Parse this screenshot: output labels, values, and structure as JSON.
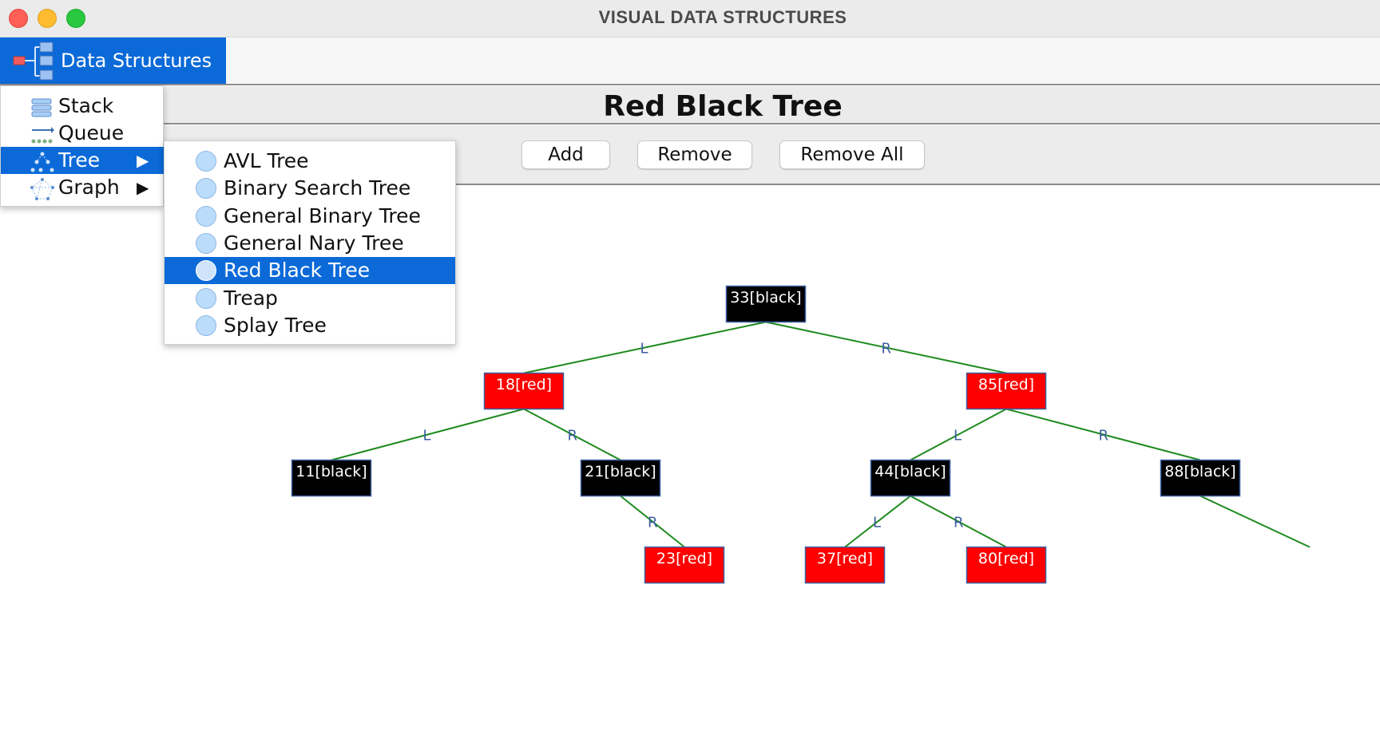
{
  "window": {
    "title": "VISUAL DATA STRUCTURES"
  },
  "menubar": {
    "data_structures_label": "Data Structures"
  },
  "main_menu": {
    "items": [
      {
        "label": "Stack",
        "icon": "stack-icon",
        "submenu": false,
        "selected": false
      },
      {
        "label": "Queue",
        "icon": "queue-icon",
        "submenu": false,
        "selected": false
      },
      {
        "label": "Tree",
        "icon": "tree-icon",
        "submenu": true,
        "selected": true
      },
      {
        "label": "Graph",
        "icon": "graph-icon",
        "submenu": true,
        "selected": false
      }
    ],
    "submenu_arrow": "▶"
  },
  "tree_submenu": {
    "items": [
      {
        "label": "AVL Tree",
        "selected": false
      },
      {
        "label": "Binary Search Tree",
        "selected": false
      },
      {
        "label": "General Binary Tree",
        "selected": false
      },
      {
        "label": "General Nary Tree",
        "selected": false
      },
      {
        "label": "Red Black Tree",
        "selected": true
      },
      {
        "label": "Treap",
        "selected": false
      },
      {
        "label": "Splay Tree",
        "selected": false
      }
    ]
  },
  "panel": {
    "title": "Red Black Tree"
  },
  "toolbar": {
    "add_label": "Add",
    "remove_label": "Remove",
    "remove_all_label": "Remove All"
  },
  "colors": {
    "accent": "#0b6ad8",
    "node_black": "#000000",
    "node_red": "#ff0000",
    "edge": "#1e8a1e",
    "edge_label": "#3b5fa0"
  },
  "tree": {
    "nodes": [
      {
        "id": "33",
        "label": "33[black]",
        "color": "black"
      },
      {
        "id": "18",
        "label": "18[red]",
        "color": "red"
      },
      {
        "id": "85",
        "label": "85[red]",
        "color": "red"
      },
      {
        "id": "11",
        "label": "11[black]",
        "color": "black"
      },
      {
        "id": "21",
        "label": "21[black]",
        "color": "black"
      },
      {
        "id": "44",
        "label": "44[black]",
        "color": "black"
      },
      {
        "id": "88",
        "label": "88[black]",
        "color": "black"
      },
      {
        "id": "23",
        "label": "23[red]",
        "color": "red"
      },
      {
        "id": "37",
        "label": "37[red]",
        "color": "red"
      },
      {
        "id": "80",
        "label": "80[red]",
        "color": "red"
      }
    ],
    "edges": [
      {
        "from": "33",
        "to": "18",
        "label": "L"
      },
      {
        "from": "33",
        "to": "85",
        "label": "R"
      },
      {
        "from": "18",
        "to": "11",
        "label": "L"
      },
      {
        "from": "18",
        "to": "21",
        "label": "R"
      },
      {
        "from": "21",
        "to": "23",
        "label": "R"
      },
      {
        "from": "85",
        "to": "44",
        "label": "L"
      },
      {
        "from": "85",
        "to": "88",
        "label": "R"
      },
      {
        "from": "44",
        "to": "37",
        "label": "L"
      },
      {
        "from": "44",
        "to": "80",
        "label": "R"
      },
      {
        "from": "88",
        "to": "offscreen",
        "label": ""
      }
    ]
  }
}
